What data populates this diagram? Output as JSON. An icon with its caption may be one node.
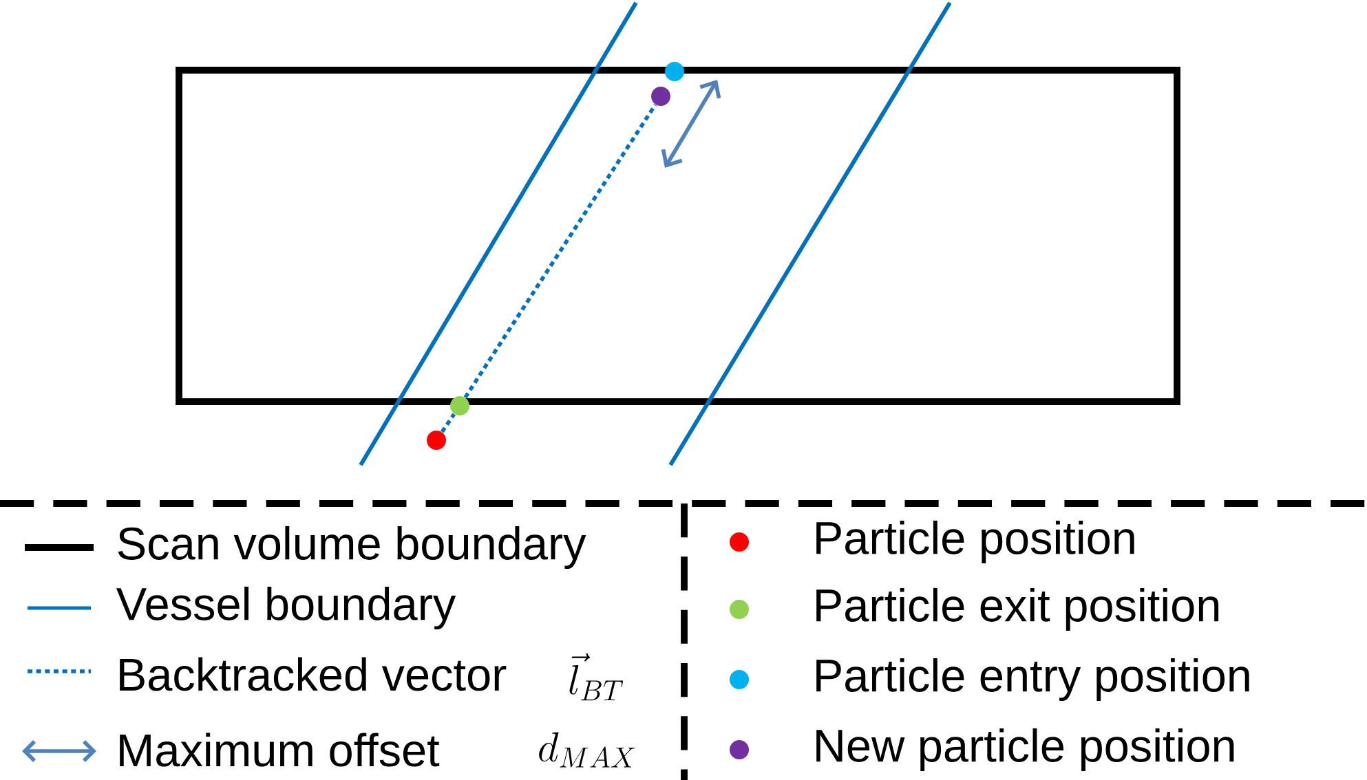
{
  "diagram": {
    "nodes": [
      {
        "text": [],
        "shape": "circle"
      },
      {
        "text": [],
        "shape": "circle"
      },
      {
        "text": [],
        "shape": "circle"
      },
      {
        "text": [],
        "shape": "circle"
      }
    ],
    "edges": [
      {
        "from": 0,
        "to": 1,
        "arrow": "none",
        "style": "dashed"
      },
      {
        "from": 1,
        "to": 3,
        "arrow": "none",
        "style": "dashed"
      }
    ],
    "labels": [
      "\\vec{l}_{BT}",
      "d_{MAX}"
    ],
    "legend": [
      {
        "text": "Scan volume boundary"
      },
      {
        "text": "Vessel boundary"
      },
      {
        "text": "Backtracked vector"
      },
      {
        "text": "Maximum offset"
      },
      {
        "text": "Particle position",
        "color": "#ff0000"
      },
      {
        "text": "Particle exit position",
        "color": "#92d050"
      },
      {
        "text": "Particle entry position",
        "color": "#00b0f0"
      },
      {
        "text": "New particle position",
        "color": "#7030a0"
      }
    ]
  }
}
